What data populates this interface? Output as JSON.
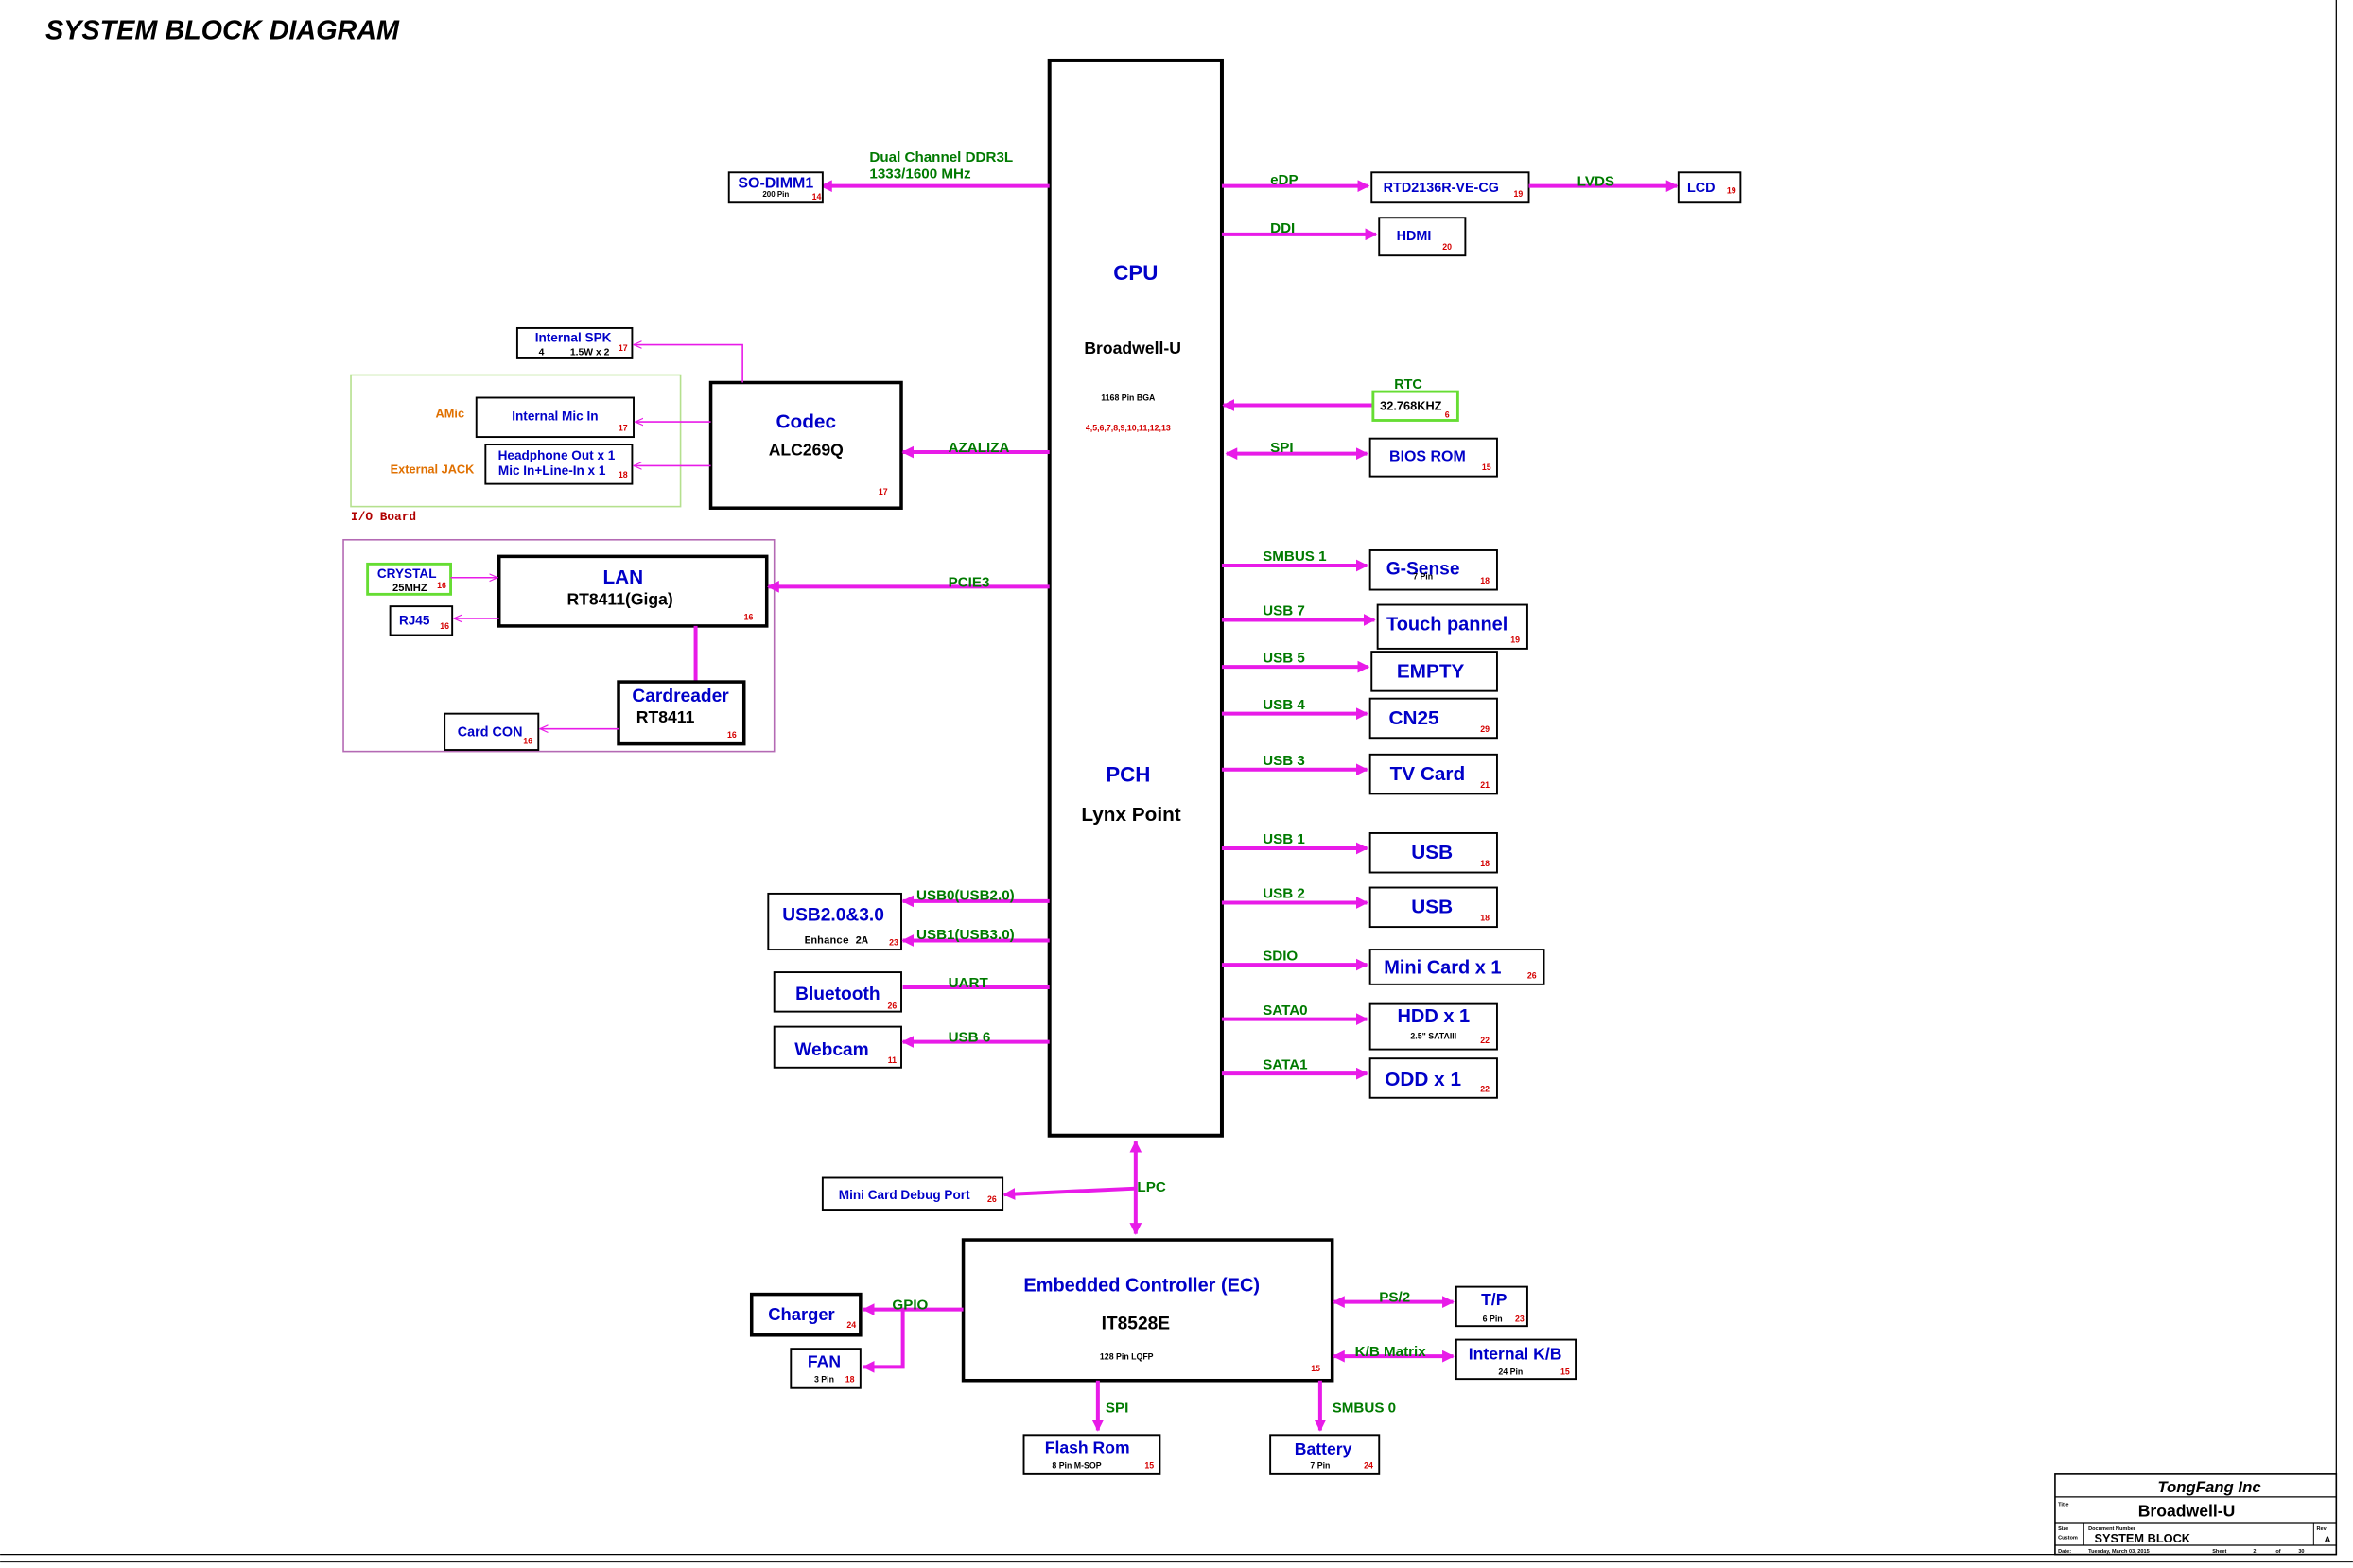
{
  "title": "SYSTEM BLOCK DIAGRAM",
  "colors": {
    "bus": "#e81be8",
    "line_label": "#007a00",
    "box_title": "#0000c8",
    "page_ref": "#d40000",
    "orange": "#e07000",
    "green_border": "#66dd33",
    "purple_border": "#b46ab4",
    "box": "#000000"
  },
  "cpu": {
    "title": "CPU",
    "name": "Broadwell-U",
    "package": "1168 Pin BGA",
    "pages": "4,5,6,7,8,9,10,11,12,13"
  },
  "pch": {
    "title": "PCH",
    "name": "Lynx Point"
  },
  "memory": {
    "label": "SO-DIMM1",
    "sub": "200 Pin",
    "page": "14",
    "bus1": "Dual Channel DDR3L",
    "bus2": "1333/1600 MHz"
  },
  "edp": {
    "bus": "eDP",
    "chip": "RTD2136R-VE-CG",
    "chip_page": "19",
    "bus2": "LVDS",
    "lcd": "LCD",
    "lcd_page": "19"
  },
  "hdmi": {
    "bus": "DDI",
    "label": "HDMI",
    "page": "20"
  },
  "rtc": {
    "bus": "RTC",
    "label": "32.768KHZ",
    "page": "6"
  },
  "bios": {
    "bus": "SPI",
    "label": "BIOS ROM",
    "page": "15"
  },
  "codec": {
    "title": "Codec",
    "name": "ALC269Q",
    "page": "17",
    "bus": "AZALIZA"
  },
  "spk": {
    "label": "Internal SPK",
    "sub_a": "4",
    "sub_b": "1.5W x 2",
    "page": "17"
  },
  "mic": {
    "tag": "AMic",
    "label": "Internal Mic In",
    "page": "17"
  },
  "jack": {
    "tag": "External JACK",
    "label1": "Headphone Out x 1",
    "label2": "Mic In+Line-In x 1",
    "page": "18"
  },
  "io_board": "I/O Board",
  "lan": {
    "title": "LAN",
    "name": "RT8411(Giga)",
    "page": "16",
    "bus": "PCIE3"
  },
  "crystal": {
    "label": "CRYSTAL",
    "sub": "25MHZ",
    "page": "16"
  },
  "rj45": {
    "label": "RJ45",
    "page": "16"
  },
  "cardreader": {
    "title": "Cardreader",
    "name": "RT8411",
    "page": "16"
  },
  "cardcon": {
    "label": "Card CON",
    "page": "16"
  },
  "right_devices": [
    {
      "bus": "SMBUS 1",
      "label": "G-Sense",
      "sub": "7 Pin",
      "page": "18"
    },
    {
      "bus": "USB 7",
      "label": "Touch pannel",
      "sub": "",
      "page": "19"
    },
    {
      "bus": "USB 5",
      "label": "EMPTY",
      "sub": "",
      "page": ""
    },
    {
      "bus": "USB 4",
      "label": "CN25",
      "sub": "",
      "page": "29"
    },
    {
      "bus": "USB 3",
      "label": "TV Card",
      "sub": "",
      "page": "21"
    },
    {
      "bus": "USB 1",
      "label": "USB",
      "sub": "",
      "page": "18"
    },
    {
      "bus": "USB 2",
      "label": "USB",
      "sub": "",
      "page": "18"
    },
    {
      "bus": "SDIO",
      "label": "Mini Card x 1",
      "sub": "",
      "page": "26"
    },
    {
      "bus": "SATA0",
      "label": "HDD x 1",
      "sub": "2.5\" SATAIII",
      "page": "22"
    },
    {
      "bus": "SATA1",
      "label": "ODD x 1",
      "sub": "",
      "page": "22"
    }
  ],
  "usb3": {
    "label": "USB2.0&3.0",
    "sub": "Enhance 2A",
    "page": "23",
    "bus1": "USB0(USB2.0)",
    "bus2": "USB1(USB3.0)"
  },
  "bluetooth": {
    "label": "Bluetooth",
    "page": "26",
    "bus": "UART"
  },
  "webcam": {
    "label": "Webcam",
    "page": "11",
    "bus": "USB 6"
  },
  "debug": {
    "label": "Mini Card Debug Port",
    "page": "26",
    "bus": "LPC"
  },
  "ec": {
    "title": "Embedded Controller (EC)",
    "name": "IT8528E",
    "package": "128 Pin LQFP",
    "page": "15"
  },
  "charger": {
    "label": "Charger",
    "page": "24",
    "bus": "GPIO"
  },
  "fan": {
    "label": "FAN",
    "sub": "3 Pin",
    "page": "18"
  },
  "flash": {
    "label": "Flash Rom",
    "sub": "8 Pin M-SOP",
    "page": "15",
    "bus": "SPI"
  },
  "battery": {
    "label": "Battery",
    "sub": "7 Pin",
    "page": "24",
    "bus": "SMBUS 0"
  },
  "tp": {
    "label": "T/P",
    "sub": "6 Pin",
    "page": "23",
    "bus": "PS/2"
  },
  "kb": {
    "label": "Internal K/B",
    "sub": "24 Pin",
    "page": "15",
    "bus": "K/B Matrix"
  },
  "title_block": {
    "company": "TongFang Inc",
    "title_tag": "Title",
    "project": "Broadwell-U",
    "size_tag": "Size",
    "size_val": "Custom",
    "doc_tag": "Document Number",
    "doc_val": "SYSTEM BLOCK",
    "rev_tag": "Rev",
    "rev_val": "A",
    "date_tag": "Date:",
    "date_val": "Tuesday, March 03, 2015",
    "sheet_tag": "Sheet",
    "sheet_num": "2",
    "of_tag": "of",
    "sheet_total": "30"
  }
}
